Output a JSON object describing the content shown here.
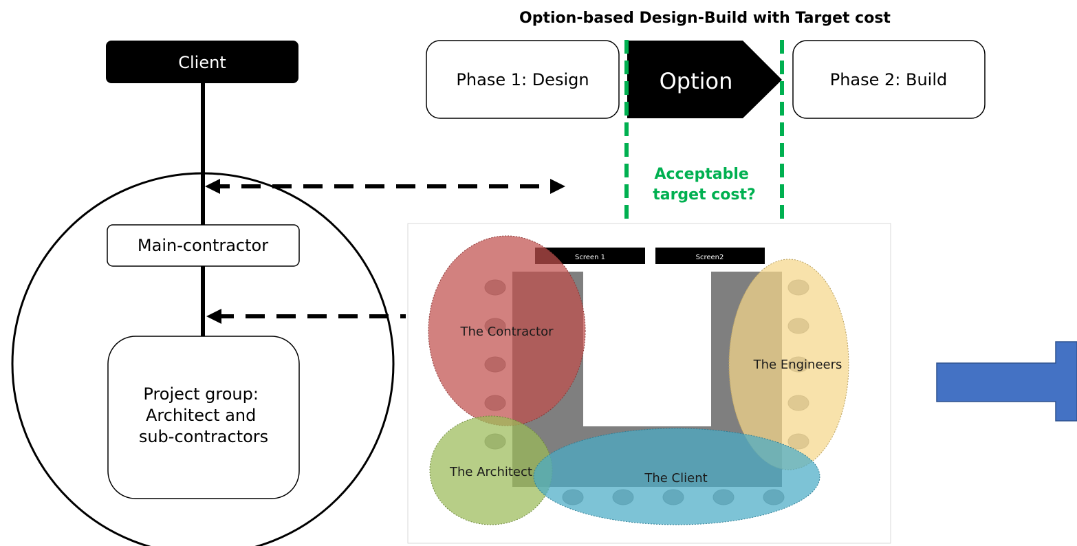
{
  "title": "Option-based Design-Build with Target cost",
  "org": {
    "client": "Client",
    "main_contractor": "Main-contractor",
    "project_group_lines": [
      "Project group:",
      "Architect and",
      "sub-contractors"
    ]
  },
  "phases": {
    "phase1": "Phase 1: Design",
    "option": "Option",
    "phase2": "Phase 2: Build"
  },
  "acceptable": {
    "line1": "Acceptable",
    "line2": "target cost?"
  },
  "room": {
    "screen1": "Screen 1",
    "screen2": "Screen2",
    "contractor": "The Contractor",
    "engineers": "The Engineers",
    "architect": "The Architect",
    "client": "The Client"
  },
  "colors": {
    "black": "#000000",
    "green_accent": "#00b050",
    "contractor_fill": "#c0504d",
    "engineers_fill": "#f5d78a",
    "architect_fill": "#9bbb59",
    "client_fill": "#4bacc6",
    "table_gray": "#7f7f7f",
    "arrow_blue": "#4472c4"
  }
}
